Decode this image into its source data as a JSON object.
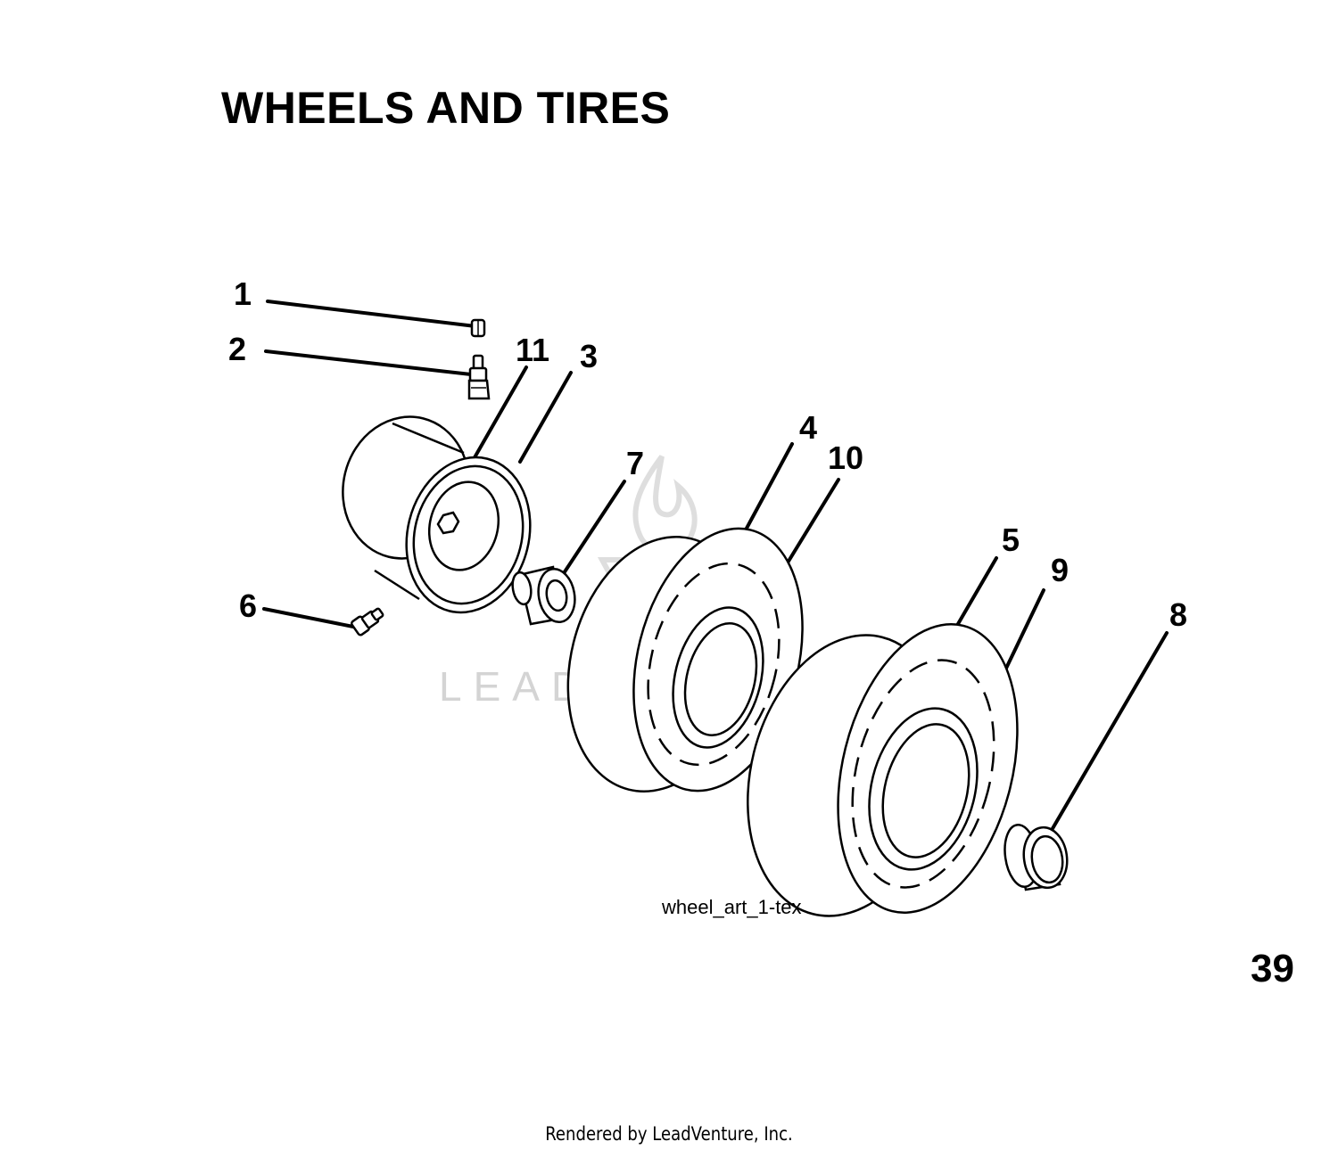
{
  "title": "WHEELS AND TIRES",
  "page_number": "39",
  "art_label": "wheel_art_1-tex",
  "footer": "Rendered by LeadVenture, Inc.",
  "watermark": "LEADVENTURE",
  "callouts": {
    "c1": "1",
    "c2": "2",
    "c3": "3",
    "c4": "4",
    "c5": "5",
    "c6": "6",
    "c7": "7",
    "c8": "8",
    "c9": "9",
    "c10": "10",
    "c11": "11"
  }
}
